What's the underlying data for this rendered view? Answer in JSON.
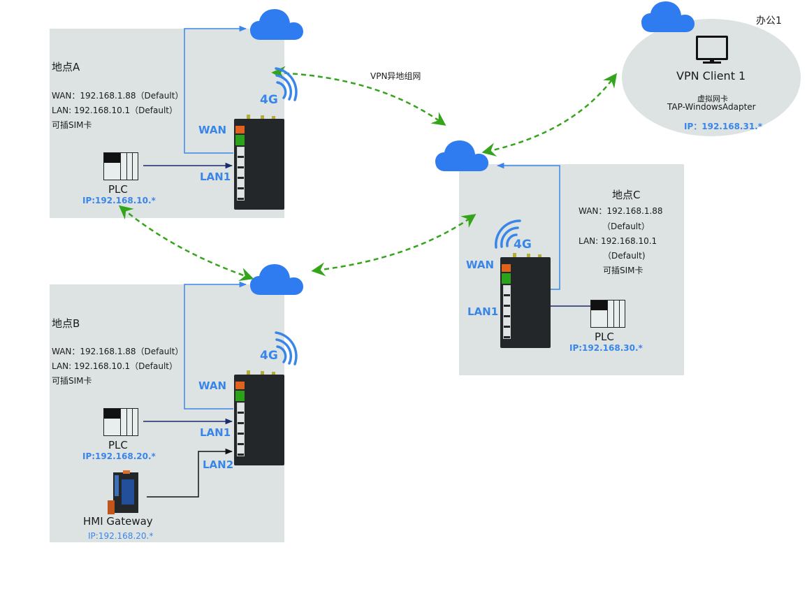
{
  "diagram": {
    "vpn_label": "VPN异地组网",
    "colors": {
      "panel_bg": "#dde3e3",
      "cloud": "#2f7cf0",
      "link_blue": "#3a86e8",
      "vpn_green": "#34a51a",
      "lan_line": "#1b2a6b",
      "router_body": "#23272a"
    },
    "site_a": {
      "title": "地点A",
      "wan": "WAN：192.168.1.88（Default）",
      "lan": "LAN: 192.168.10.1（Default）",
      "sim": "可插SIM卡",
      "signal_label": "4G",
      "wan_port_label": "WAN",
      "lan1_port_label": "LAN1",
      "plc_name": "PLC",
      "plc_ip": "IP:192.168.10.*"
    },
    "site_b": {
      "title": "地点B",
      "wan": "WAN：192.168.1.88（Default）",
      "lan": "LAN: 192.168.10.1（Default）",
      "sim": "可插SIM卡",
      "signal_label": "4G",
      "wan_port_label": "WAN",
      "lan1_port_label": "LAN1",
      "lan2_port_label": "LAN2",
      "plc_name": "PLC",
      "plc_ip": "IP:192.168.20.*",
      "hmi_name": "HMI Gateway",
      "hmi_ip": "IP:192.168.20.*"
    },
    "site_c": {
      "title": "地点C",
      "wan": "WAN：192.168.1.88",
      "wan_default": "（Default）",
      "lan": "LAN: 192.168.10.1",
      "lan_default": "（Default)",
      "sim": "可插SIM卡",
      "signal_label": "4G",
      "wan_port_label": "WAN",
      "lan1_port_label": "LAN1",
      "plc_name": "PLC",
      "plc_ip": "IP:192.168.30.*"
    },
    "office": {
      "title": "办公1",
      "client_name": "VPN Client 1",
      "adapter_label": "虚拟网卡",
      "adapter_name": "TAP-WindowsAdapter",
      "ip": "IP：192.168.31.*"
    }
  }
}
